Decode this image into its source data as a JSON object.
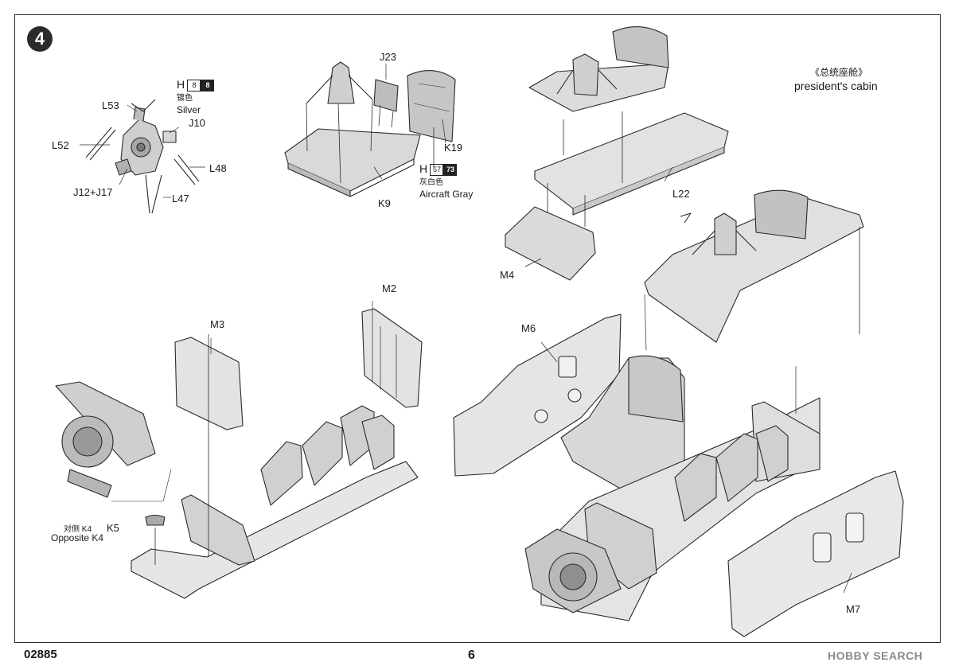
{
  "step_number": "4",
  "top_left_group": {
    "labels": {
      "l53": "L53",
      "l52": "L52",
      "j10": "J10",
      "l48": "L48",
      "j12_j17": "J12+J17",
      "l47": "L47"
    },
    "paint": {
      "prefix": "H",
      "code_a": "8",
      "code_b": "8",
      "name_cn": "镀色",
      "name_en": "Silver"
    }
  },
  "top_middle_group": {
    "labels": {
      "j23": "J23",
      "k19": "K19",
      "k9": "K9"
    },
    "paint": {
      "prefix": "H",
      "code_a": "57",
      "code_b": "73",
      "name_cn": "灰白色",
      "name_en": "Aircraft Gray"
    }
  },
  "cabin_caption": {
    "cn": "《总统座舱》",
    "en": "president's cabin"
  },
  "top_right_group": {
    "labels": {
      "l22": "L22",
      "m4": "M4"
    }
  },
  "bottom_left_group": {
    "labels": {
      "m3": "M3",
      "m2": "M2",
      "k5": "K5",
      "opposite_cn": "对侧 K4",
      "opposite_en": "Opposite K4"
    }
  },
  "bottom_right_group": {
    "labels": {
      "m6": "M6",
      "m7": "M7"
    }
  },
  "footer": {
    "product_code": "02885",
    "page_number": "6",
    "watermark": "HOBBY SEARCH"
  }
}
